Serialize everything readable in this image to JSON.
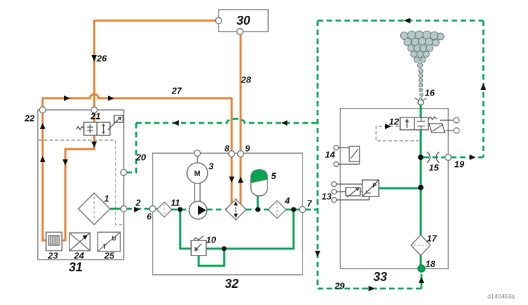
{
  "diagram": {
    "doc_code": "d140463a",
    "colors": {
      "orange": "#E8802F",
      "green": "#00A551",
      "box_gray": "#8A8A8A"
    },
    "blocks": {
      "b30": "30",
      "b31": "31",
      "b32": "32",
      "b33": "33"
    },
    "labels": {
      "c1": "1",
      "c2": "2",
      "c3": "3",
      "c4": "4",
      "c5": "5",
      "c6": "6",
      "c7": "7",
      "c8": "8",
      "c9": "9",
      "c10": "10",
      "c11": "11",
      "c12": "12",
      "c13": "13",
      "c14": "14",
      "c15": "15",
      "c16": "16",
      "c17": "17",
      "c18": "18",
      "c19": "19",
      "c20": "20",
      "c21": "21",
      "c22": "22",
      "c23": "23",
      "c24": "24",
      "c25": "25",
      "c26": "26",
      "c27": "27",
      "c28": "28",
      "c29": "29"
    },
    "symbol_letters": {
      "motor": "M",
      "voltage": "U",
      "temperature": "T",
      "pressure": "P"
    }
  }
}
